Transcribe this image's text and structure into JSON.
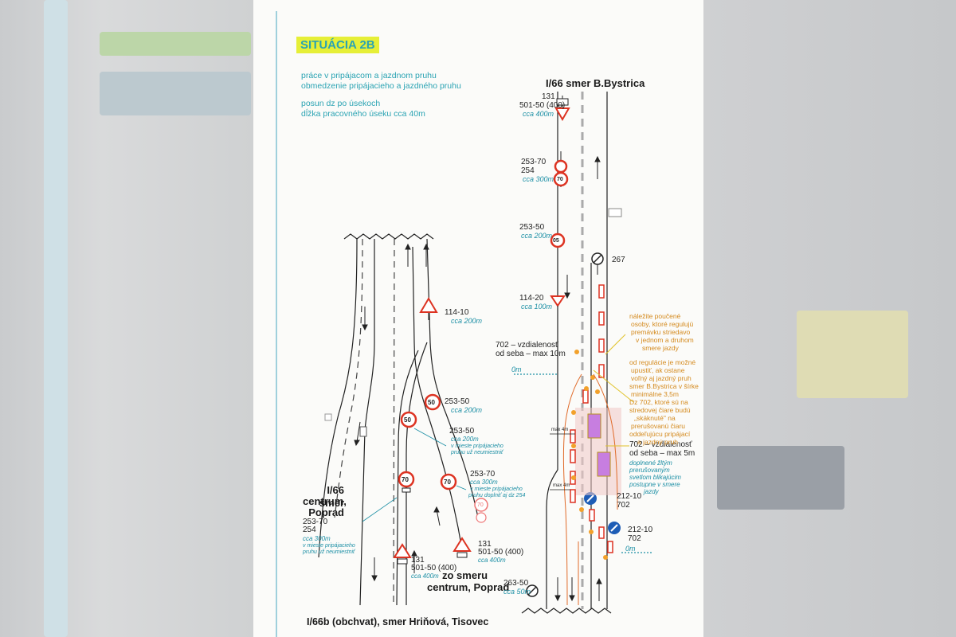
{
  "title": "SITUÁCIA 2B",
  "notes": [
    "práce v pripájacom a jazdnom pruhu",
    "obmedzenie pripájacieho a jazdného pruhu",
    "posun dz po úsekoch",
    "dĺžka pracovného úseku cca 40m"
  ],
  "headings": {
    "right_road": "I/66 smer B.Bystrica",
    "left_road_line1": "I/66 smer",
    "left_road_line2": "centrum,",
    "left_road_line3": "Poprad",
    "from_line1": "zo smeru",
    "from_line2": "centrum, Poprad",
    "bottom": "I/66b (obchvat), smer Hriňová, Tisovec"
  },
  "signs_right": {
    "s1_code1": "131",
    "s1_code2": "501-50 (400)",
    "s1_dist": "cca 400m",
    "s2_code1": "253-70",
    "s2_code2": "254",
    "s2_dist": "cca 300m",
    "s3_code": "253-50",
    "s3_dist": "cca 200m",
    "s4_code": "267",
    "s5_code": "114-20",
    "s5_dist": "cca 100m",
    "s6_line1": "702 – vzdialenosť",
    "s6_line2": "od seba – max 10m",
    "zero_top": "0m",
    "max4": "max 4m",
    "s7_line1": "702 – vzdialenosť",
    "s7_line2": "od seba – max 5m",
    "s7_note1": "doplnené žltým",
    "s7_note2": "prerušovaným",
    "s7_note3": "svetlom blikajúcim",
    "s7_note4": "postupne v smere",
    "s7_note5": "jazdy",
    "s8_code1": "212-10",
    "s8_code2": "702",
    "s9_code1": "212-10",
    "s9_code2": "702",
    "zero_bottom": "0m",
    "s10_code": "263-50",
    "s10_dist": "cca 50m"
  },
  "orange_notes": [
    "náležite poučené",
    "osoby, ktoré regulujú",
    "premávku striedavo",
    "v jednom a druhom",
    "smere jazdy",
    "od regulácie je možné",
    "upustiť, ak ostane",
    "voľný aj jazdný pruh",
    "smer B.Bystrica v šírke",
    "minimálne 3,5m",
    "Dz 702, ktoré sú na",
    "stredovej čiare budú",
    "„skáknuté\" na",
    "prerušovanú čiaru",
    "oddeľujúcu pripájací",
    "a jazdný pruh"
  ],
  "signs_left": {
    "a_code": "114-10",
    "a_dist": "cca 200m",
    "b_code": "253-50",
    "b_dist": "cca 200m",
    "c_code": "253-50",
    "c_dist": "cca 200m",
    "c_note1": "v mieste pripájacieho",
    "c_note2": "pruhu už neumiestniť",
    "d_code": "253-70",
    "d_dist": "cca 300m",
    "d_note1": "v mieste pripájacieho",
    "d_note2": "pruhu doplniť aj dz 254",
    "e_code1": "253-70",
    "e_code2": "254",
    "e_dist": "cca 300m",
    "e_note1": "v mieste pripájacieho",
    "e_note2": "pruhu už neumiestniť",
    "f_code1": "131",
    "f_code2": "501-50 (400)",
    "f_dist": "cca 400m",
    "g_code1": "131",
    "g_code2": "501-50 (400)",
    "g_dist": "cca 400m"
  },
  "sign_numbers": {
    "n50": "50",
    "n70": "70",
    "n05": "05"
  }
}
